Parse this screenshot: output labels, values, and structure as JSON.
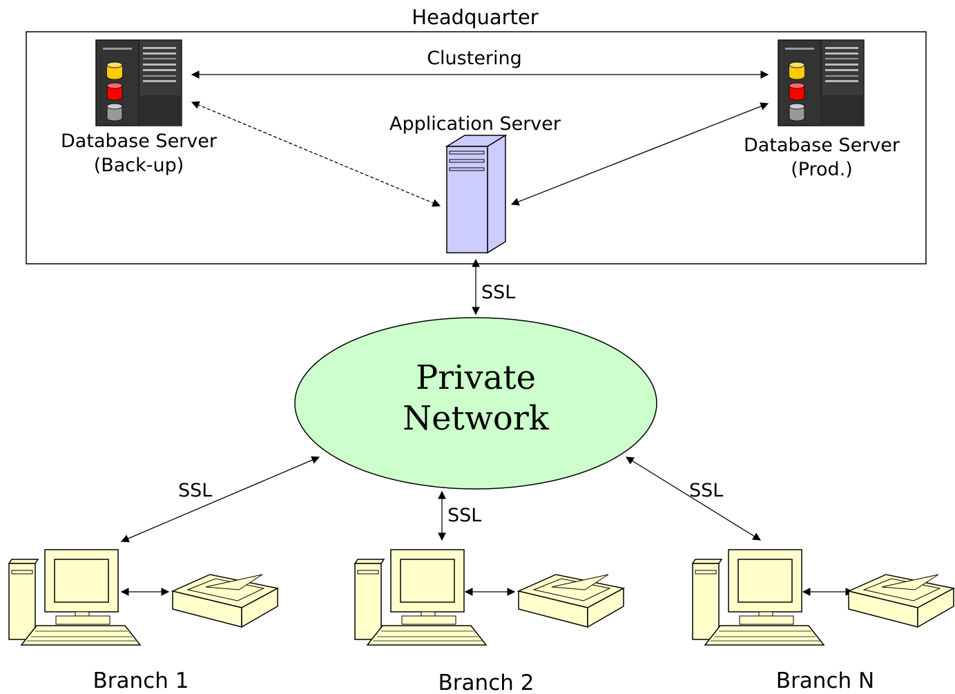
{
  "headquarter": {
    "title": "Headquarter",
    "clustering_label": "Clustering",
    "app_server_label": "Application Server",
    "db_backup": {
      "line1": "Database Server",
      "line2": "(Back-up)"
    },
    "db_prod": {
      "line1": "Database Server",
      "line2": "(Prod.)"
    }
  },
  "network": {
    "line1": "Private",
    "line2": "Network",
    "fill": "#ccffcc"
  },
  "links": {
    "hq_ssl": "SSL",
    "left_ssl": "SSL",
    "center_ssl": "SSL",
    "right_ssl": "SSL"
  },
  "branches": [
    {
      "label": "Branch 1"
    },
    {
      "label": "Branch 2"
    },
    {
      "label": "Branch N"
    }
  ],
  "colors": {
    "server_dark": "#333333",
    "app_server": "#ccccff",
    "monitor": "#ffffcc",
    "db_yellow": "#ffcc00",
    "db_red": "#ff0000",
    "db_gray": "#999999"
  }
}
